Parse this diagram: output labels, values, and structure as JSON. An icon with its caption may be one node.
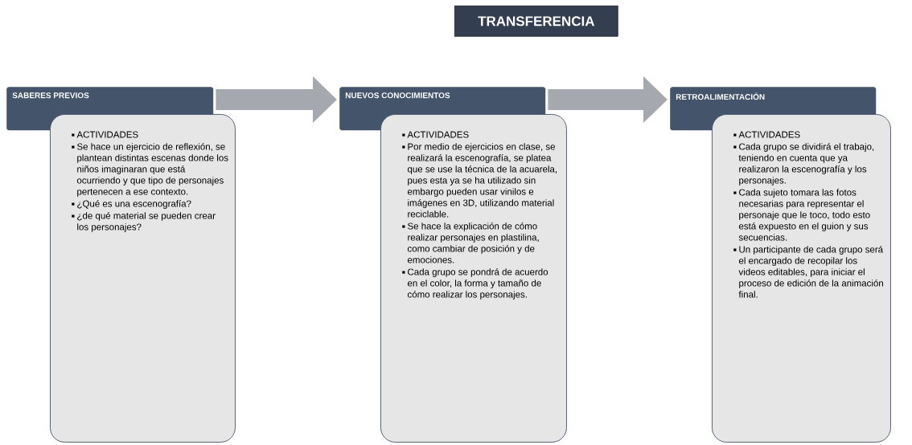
{
  "diagram": {
    "title": "TRANSFERENCIA",
    "nodes": [
      {
        "text": [
          "SABERES PREVIOS"
        ]
      },
      {
        "text": [
          "ACTIVIDADES",
          "Se hace un ejercicio de reflexión, se plantean distintas escenas donde los niños imaginaran que está ocurriendo y que tipo de personajes pertenecen a ese contexto.",
          "¿Qué es una escenografía?",
          "¿de qué material se pueden crear los personajes?"
        ]
      },
      {
        "text": [
          "NUEVOS CONOCIMIENTOS"
        ]
      },
      {
        "text": [
          "ACTIVIDADES",
          "Por medio de ejercicios en clase, se realizará la escenografía, se platea que se use la técnica de la acuarela, pues esta ya se ha utilizado sin embargo pueden usar vinilos e imágenes en 3D, utilizando material reciclable.",
          "Se hace la explicación de cómo realizar personajes en plastilina, como cambiar de posición y de emociones.",
          "Cada grupo se pondrá de acuerdo en el color, la forma y tamaño de cómo realizar los personajes."
        ]
      },
      {
        "text": [
          "RETROALIMENTACIÓN"
        ]
      },
      {
        "text": [
          "ACTIVIDADES",
          "Cada grupo se dividirá el trabajo, teniendo en cuenta que ya realizaron la escenografía y los personajes.",
          "Cada sujeto tomara las fotos necesarias para representar el personaje que le toco, todo esto está expuesto en el guion y sus secuencias.",
          "Un participante de cada grupo será el encargado de recopilar los videos editables, para iniciar el proceso de edición de la animación final."
        ]
      }
    ],
    "edges": [
      {
        "from": 0,
        "to": 2,
        "arrow": "to"
      },
      {
        "from": 2,
        "to": 4,
        "arrow": "to"
      }
    ]
  }
}
